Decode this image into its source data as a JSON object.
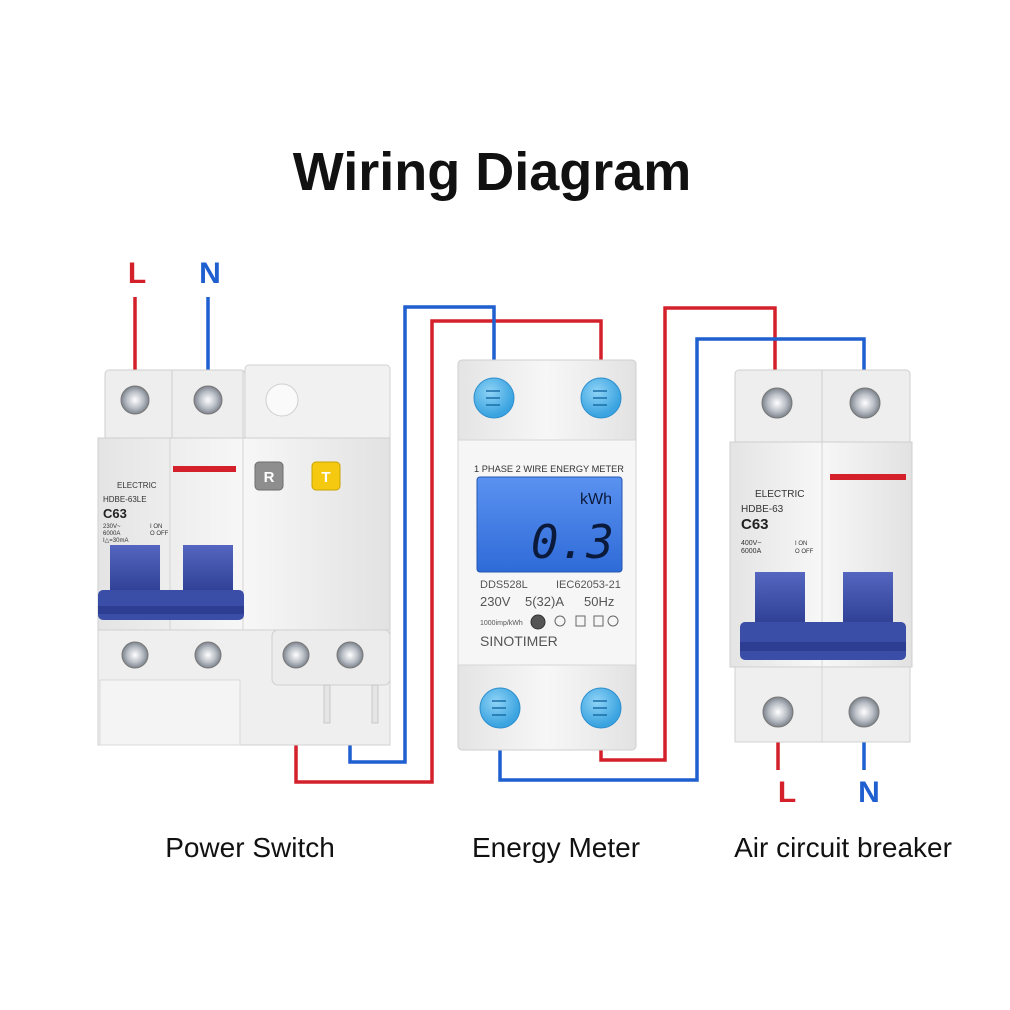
{
  "title": "Wiring Diagram",
  "colors": {
    "line_wire": "#d3202a",
    "neutral_wire": "#1f5fd0",
    "device_body": "#f2f2f2",
    "handle": "#3a4ea8",
    "lcd": "#3d7be6",
    "terminal_cap": "#4fb3ea"
  },
  "top_labels": {
    "line": "L",
    "neutral": "N"
  },
  "bottom_labels": {
    "line": "L",
    "neutral": "N"
  },
  "power_switch": {
    "caption": "Power Switch",
    "brand": "ELECTRIC",
    "model": "HDBE-63LE",
    "rating": "C63",
    "spec_lines": [
      "230V~",
      "6000A",
      "I△=30mA"
    ],
    "on_off": [
      "I ON",
      "O OFF"
    ],
    "reset_button": "R",
    "test_button": "T"
  },
  "energy_meter": {
    "caption": "Energy Meter",
    "header": "1 PHASE 2 WIRE ENERGY METER",
    "unit": "kWh",
    "reading": "0.3",
    "model": "DDS528L",
    "standard": "IEC62053-21",
    "voltage": "230V",
    "current": "5(32)A",
    "frequency": "50Hz",
    "impulse": "1000imp/kWh",
    "brand": "SINOTIMER"
  },
  "air_breaker": {
    "caption": "Air circuit breaker",
    "brand": "ELECTRIC",
    "model": "HDBE-63",
    "rating": "C63",
    "spec_lines": [
      "400V~",
      "6000A"
    ],
    "on_off": [
      "I ON",
      "O OFF"
    ]
  }
}
